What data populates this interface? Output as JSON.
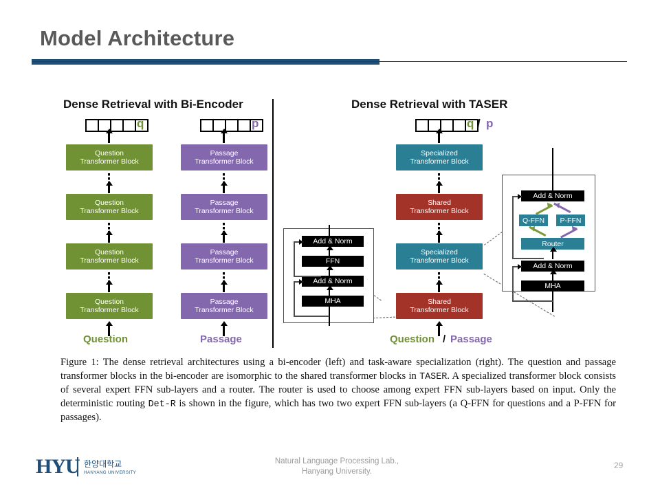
{
  "slide": {
    "title": "Model Architecture",
    "number": "29",
    "accent_color": "#1f4e79"
  },
  "figure": {
    "left_panel": {
      "title": "Dense Retrieval with Bi-Encoder",
      "columns": [
        {
          "vector_label": "q",
          "vector_cells": 5,
          "color": "#719135",
          "block_line1": "Question",
          "block_line2": "Transformer Block",
          "block_count": 4,
          "input_label": "Question"
        },
        {
          "vector_label": "p",
          "vector_cells": 5,
          "color": "#8468ad",
          "block_line1": "Passage",
          "block_line2": "Transformer Block",
          "block_count": 4,
          "input_label": "Passage"
        }
      ]
    },
    "right_panel": {
      "title": "Dense Retrieval with TASER",
      "vector_cells": 5,
      "vector_label_q": "q",
      "vector_label_sep": "/",
      "vector_label_p": "p",
      "stack": [
        {
          "line1": "Specialized",
          "line2": "Transformer Block",
          "color": "#2b7f95"
        },
        {
          "line1": "Shared",
          "line2": "Transformer Block",
          "color": "#a33228"
        },
        {
          "line1": "Specialized",
          "line2": "Transformer Block",
          "color": "#2b7f95"
        },
        {
          "line1": "Shared",
          "line2": "Transformer Block",
          "color": "#a33228"
        }
      ],
      "input_label_question": "Question",
      "input_label_sep": "/",
      "input_label_passage": "Passage"
    },
    "shared_inset": {
      "name": "shared-transformer-block-detail",
      "boxes": [
        "Add & Norm",
        "FFN",
        "Add & Norm",
        "MHA"
      ]
    },
    "specialized_inset": {
      "name": "specialized-transformer-block-detail",
      "boxes": [
        "Add & Norm",
        "Q-FFN",
        "P-FFN",
        "Router",
        "Add & Norm",
        "MHA"
      ],
      "q_ffn": "Q-FFN",
      "p_ffn": "P-FFN",
      "router": "Router",
      "add_norm": "Add & Norm",
      "mha": "MHA",
      "q_arrow_color": "#7a9a3a",
      "p_arrow_color": "#8468ad"
    }
  },
  "caption": {
    "part1": "Figure 1: The dense retrieval architectures using a bi-encoder (left) and task-aware specialization (right). The question and passage transformer blocks in the bi-encoder are isomorphic to the shared transformer blocks in ",
    "mono1": "TASER",
    "part2": ". A specialized transformer block consists of several expert FFN sub-layers and a router. The router is used to choose among expert FFN sub-layers based on input. Only the deterministic routing ",
    "mono2": "Det-R",
    "part3": " is shown in the figure, which has two two expert FFN sub-layers (a Q-FFN for questions and a P-FFN for passages)."
  },
  "footer": {
    "logo_mark": "HYU",
    "logo_korean": "한양대학교",
    "logo_english": "HANYANG UNIVERSITY",
    "line1": "Natural Language Processing Lab.,",
    "line2": "Hanyang University."
  }
}
